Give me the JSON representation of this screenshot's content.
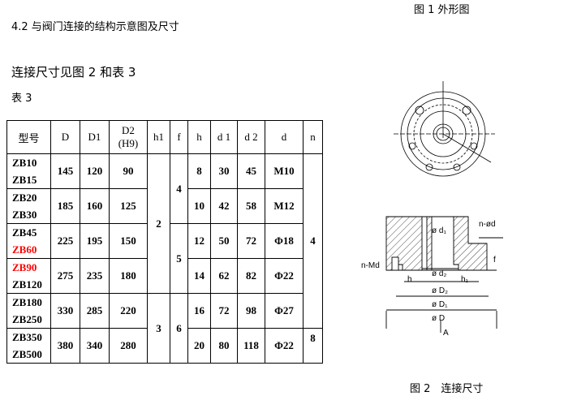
{
  "section_title": "4.2 与阀门连接的结构示意图及尺寸",
  "connection_text": "连接尺寸见图 2 和表 3",
  "table_caption": "表 3",
  "figure1_caption": "图 1 外形图",
  "figure2_caption": "图 2　连接尺寸",
  "table": {
    "headers": [
      "型号",
      "D",
      "D1",
      "D2",
      "(H9)",
      "h1",
      "f",
      "h",
      "d 1",
      "d 2",
      "d",
      "n"
    ],
    "rows": [
      {
        "models": [
          "ZB10",
          "ZB15"
        ],
        "D": "145",
        "D1": "120",
        "D2": "90",
        "h": "8",
        "d1": "30",
        "d2": "45",
        "d": "M10"
      },
      {
        "models": [
          "ZB20",
          "ZB30"
        ],
        "D": "185",
        "D1": "160",
        "D2": "125",
        "h": "10",
        "d1": "42",
        "d2": "58",
        "d": "M12"
      },
      {
        "models": [
          "ZB45",
          "ZB60"
        ],
        "D": "225",
        "D1": "195",
        "D2": "150",
        "h": "12",
        "d1": "50",
        "d2": "72",
        "d": "Φ18"
      },
      {
        "models": [
          "ZB90",
          "ZB120"
        ],
        "D": "275",
        "D1": "235",
        "D2": "180",
        "h": "14",
        "d1": "62",
        "d2": "82",
        "d": "Φ22"
      },
      {
        "models": [
          "ZB180",
          "ZB250"
        ],
        "D": "330",
        "D1": "285",
        "D2": "220",
        "h": "16",
        "d1": "72",
        "d2": "98",
        "d": "Φ27"
      },
      {
        "models": [
          "ZB350",
          "ZB500"
        ],
        "D": "380",
        "D1": "340",
        "D2": "280",
        "h": "20",
        "d1": "80",
        "d2": "118",
        "d": "Φ22"
      }
    ],
    "h1": [
      "2",
      "3"
    ],
    "f": [
      "4",
      "5",
      "6"
    ],
    "n": [
      "4",
      "8"
    ],
    "highlight_color": "#ff0000"
  },
  "figure2_labels": {
    "d1": "ø d₁",
    "nd": "n-ød",
    "nMd": "n-Md",
    "h": "h",
    "h1": "h₁",
    "f": "f",
    "d2": "ø d₂",
    "D2": "ø D₂",
    "Dia1": "ø D₁",
    "Dia": "ø D",
    "A": "A"
  }
}
